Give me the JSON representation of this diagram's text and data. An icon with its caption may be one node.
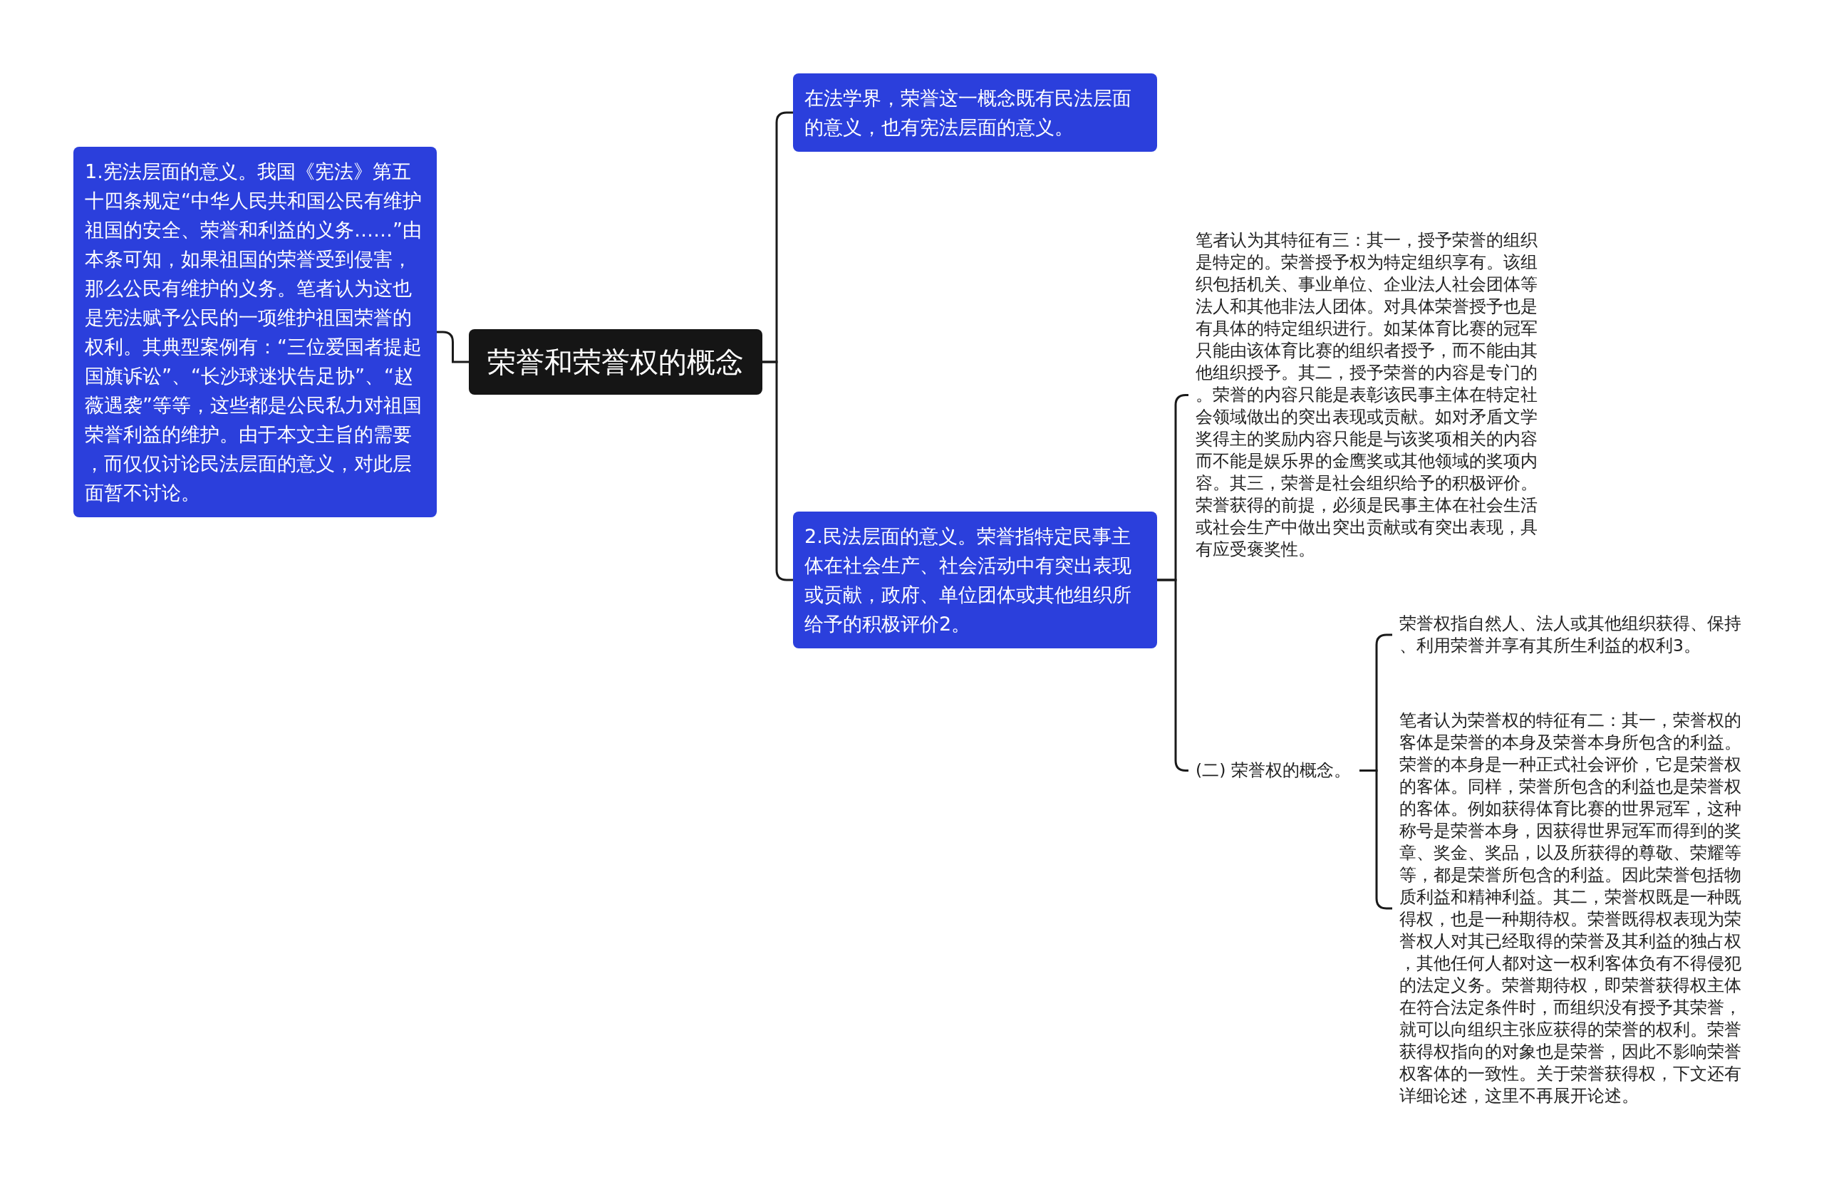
{
  "diagram": {
    "nodes": [
      {
        "text": [
          "荣誉和荣誉权的概念"
        ]
      },
      {
        "text": [
          "1.宪法层面的意义。我国《宪法》第五十四条规定“中华人民共和国公民有维护祖国的安全、荣誉和利益的义务……”由本条可知，如果祖国的荣誉受到侵害，那么公民有维护的义务。笔者认为这也是宪法赋予公民的一项维护祖国荣誉的权利。其典型案例有：“三位爱国者提起国旗诉讼”、“长沙球迷状告足协”、“赵薇遇袭”等等，这些都是公民私力对祖国荣誉利益的维护。由于本文主旨的需要，而仅仅讨论民法层面的意义，对此层面暂不讨论。"
        ]
      },
      {
        "text": [
          "在法学界，荣誉这一概念既有民法层面的意义，也有宪法层面的意义。"
        ]
      },
      {
        "text": [
          "2.民法层面的意义。荣誉指特定民事主体在社会生产、社会活动中有突出表现或贡献，政府、单位团体或其他组织所给予的积极评价2。"
        ]
      },
      {
        "text": [
          "笔者认为其特征有三：其一，授予荣誉的组织是特定的。荣誉授予权为特定组织享有。该组织包括机关、事业单位、企业法人社会团体等法人和其他非法人团体。对具体荣誉授予也是有具体的特定组织进行。如某体育比赛的冠军只能由该体育比赛的组织者授予，而不能由其他组织授予。其二，授予荣誉的内容是专门的。荣誉的内容只能是表彰该民事主体在特定社会领域做出的突出表现或贡献。如对矛盾文学奖得主的奖励内容只能是与该奖项相关的内容而不能是娱乐界的金鹰奖或其他领域的奖项内容。其三，荣誉是社会组织给予的积极评价。荣誉获得的前提，必须是民事主体在社会生活或社会生产中做出突出贡献或有突出表现，具有应受褒奖性。"
        ]
      },
      {
        "text": [
          "(二) 荣誉权的概念。"
        ]
      },
      {
        "text": [
          "荣誉权指自然人、法人或其他组织获得、保持、利用荣誉并享有其所生利益的权利3。"
        ]
      },
      {
        "text": [
          "笔者认为荣誉权的特征有二：其一，荣誉权的客体是荣誉的本身及荣誉本身所包含的利益。荣誉的本身是一种正式社会评价，它是荣誉权的客体。同样，荣誉所包含的利益也是荣誉权的客体。例如获得体育比赛的世界冠军，这种称号是荣誉本身，因获得世界冠军而得到的奖章、奖金、奖品，以及所获得的尊敬、荣耀等等，都是荣誉所包含的利益。因此荣誉包括物质利益和精神利益。其二，荣誉权既是一种既得权，也是一种期待权。荣誉既得权表现为荣誉权人对其已经取得的荣誉及其利益的独占权，其他任何人都对这一权利客体负有不得侵犯的法定义务。荣誉期待权，即荣誉获得权主体在符合法定条件时，而组织没有授予其荣誉，就可以向组织主张应获得的荣誉的权利。荣誉获得权指向的对象也是荣誉，因此不影响荣誉权客体的一致性。关于荣誉获得权，下文还有详细论述，这里不再展开论述。"
        ]
      }
    ],
    "edges": [
      {
        "from": 0,
        "to": 1,
        "arrow": "none"
      },
      {
        "from": 0,
        "to": 2,
        "arrow": "none"
      },
      {
        "from": 0,
        "to": 3,
        "arrow": "none"
      },
      {
        "from": 3,
        "to": 4,
        "arrow": "none"
      },
      {
        "from": 3,
        "to": 5,
        "arrow": "none"
      },
      {
        "from": 5,
        "to": 6,
        "arrow": "none"
      },
      {
        "from": 5,
        "to": 7,
        "arrow": "none"
      }
    ]
  }
}
